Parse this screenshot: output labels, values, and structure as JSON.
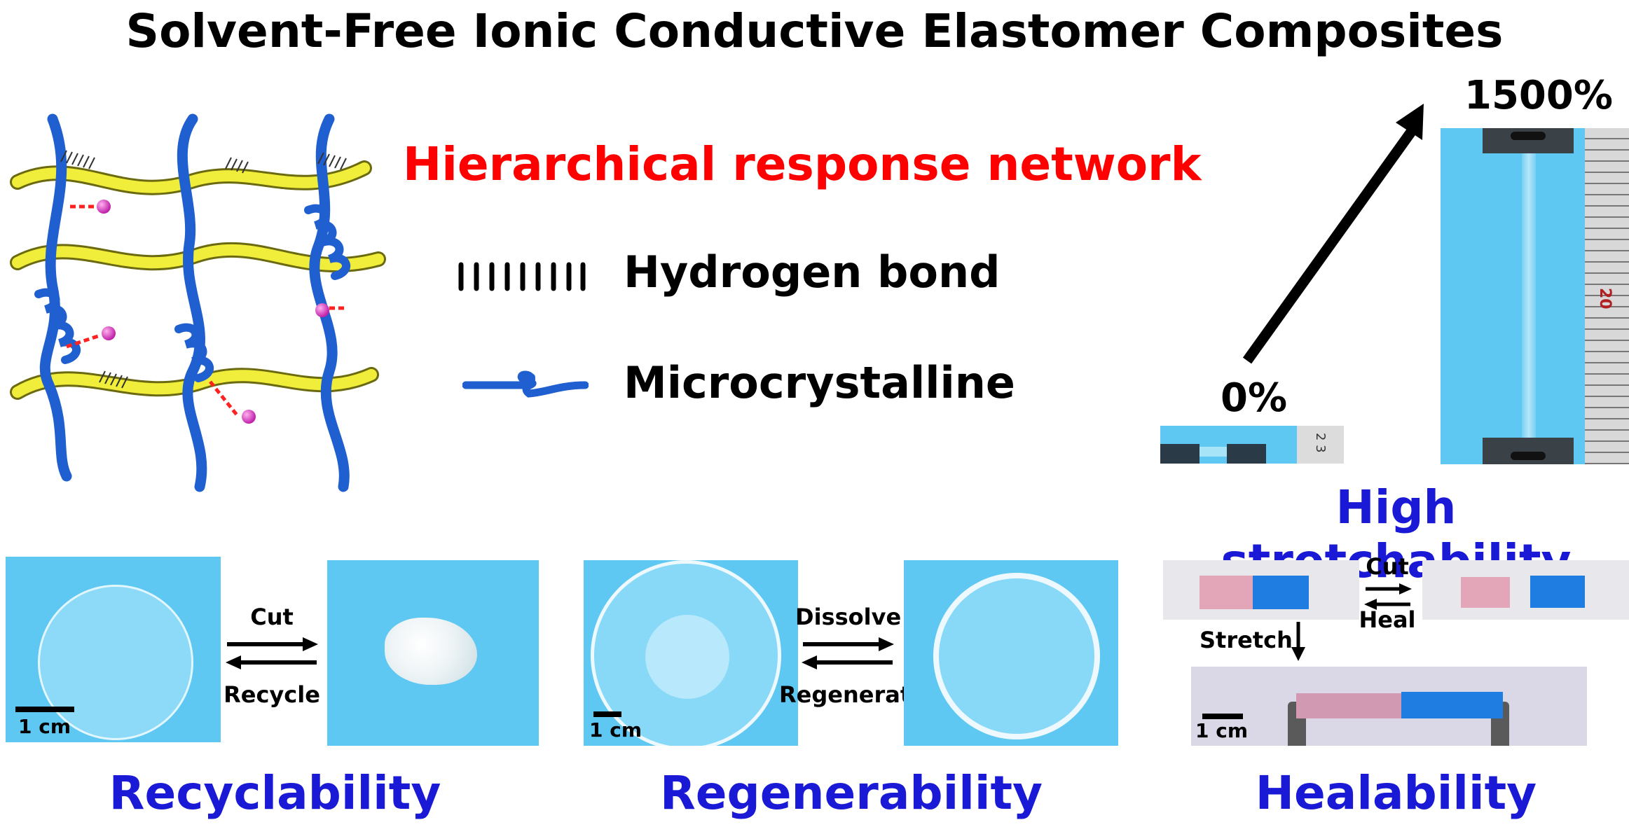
{
  "title": "Solvent-Free Ionic Conductive Elastomer Composites",
  "network_label": "Hierarchical response network",
  "legend": {
    "hydrogen_bond": "Hydrogen bond",
    "microcrystalline": "Microcrystalline"
  },
  "stretch": {
    "start_label": "0%",
    "end_label": "1500%",
    "ruler_mark_small": "2 3",
    "ruler_mark_large": "20",
    "caption": "High stretchability"
  },
  "recyclability": {
    "forward_label": "Cut",
    "backward_label": "Recycle",
    "scale_label": "1 cm",
    "caption": "Recyclability"
  },
  "regenerability": {
    "forward_label": "Dissolve",
    "backward_label": "Regenerate",
    "scale_label": "1 cm",
    "caption": "Regenerability"
  },
  "healability": {
    "forward_label": "Cut",
    "backward_label": "Heal",
    "down_label": "Stretch",
    "scale_label": "1 cm",
    "caption": "Healability"
  },
  "colors": {
    "title": "#000000",
    "network_label": "#ff0000",
    "property_caption": "#1a1ad6",
    "yellow_chain": "#f0ee3a",
    "blue_chain": "#1f5fd0",
    "ion": "#e040c8",
    "photo_background": "#5ec8f2"
  }
}
